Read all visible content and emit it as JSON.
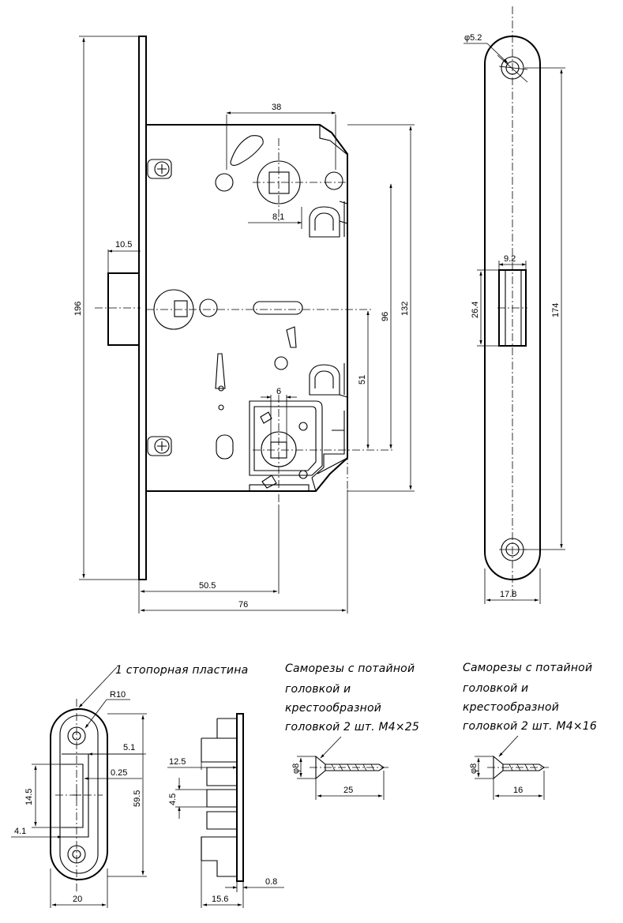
{
  "dimensions": {
    "body_width_top": "38",
    "square_offset": "8.1",
    "latch_projection": "10.5",
    "faceplate_length": "196",
    "case_height": "132",
    "spindle_distance": "96",
    "lower_offset": "51",
    "lower_square": "6",
    "backset": "50.5",
    "case_depth": "76",
    "screw_hole": "φ5.2",
    "latch_width": "9.2",
    "latch_height": "26.4",
    "hole_spacing": "174",
    "faceplate_width": "17.8",
    "strike_radius": "R10",
    "strike_5_1": "5.1",
    "strike_0_25": "0.25",
    "strike_14_5": "14.5",
    "strike_59_5": "59.5",
    "strike_4_1": "4.1",
    "strike_20": "20",
    "side_12_5": "12.5",
    "side_4_5": "4.5",
    "side_0_8": "0.8",
    "side_15_6": "15.6",
    "screw1_dia": "φ8",
    "screw1_len": "25",
    "screw2_dia": "φ8",
    "screw2_len": "16"
  },
  "notes": {
    "strike_plate": "1 стопорная пластина",
    "screws_a": [
      "Саморезы с потайной",
      "головкой и",
      "крестообразной",
      "головкой 2 шт. М4×25"
    ],
    "screws_b": [
      "Саморезы с потайной",
      "головкой и",
      "крестообразной",
      "головкой 2 шт. М4×16"
    ]
  }
}
